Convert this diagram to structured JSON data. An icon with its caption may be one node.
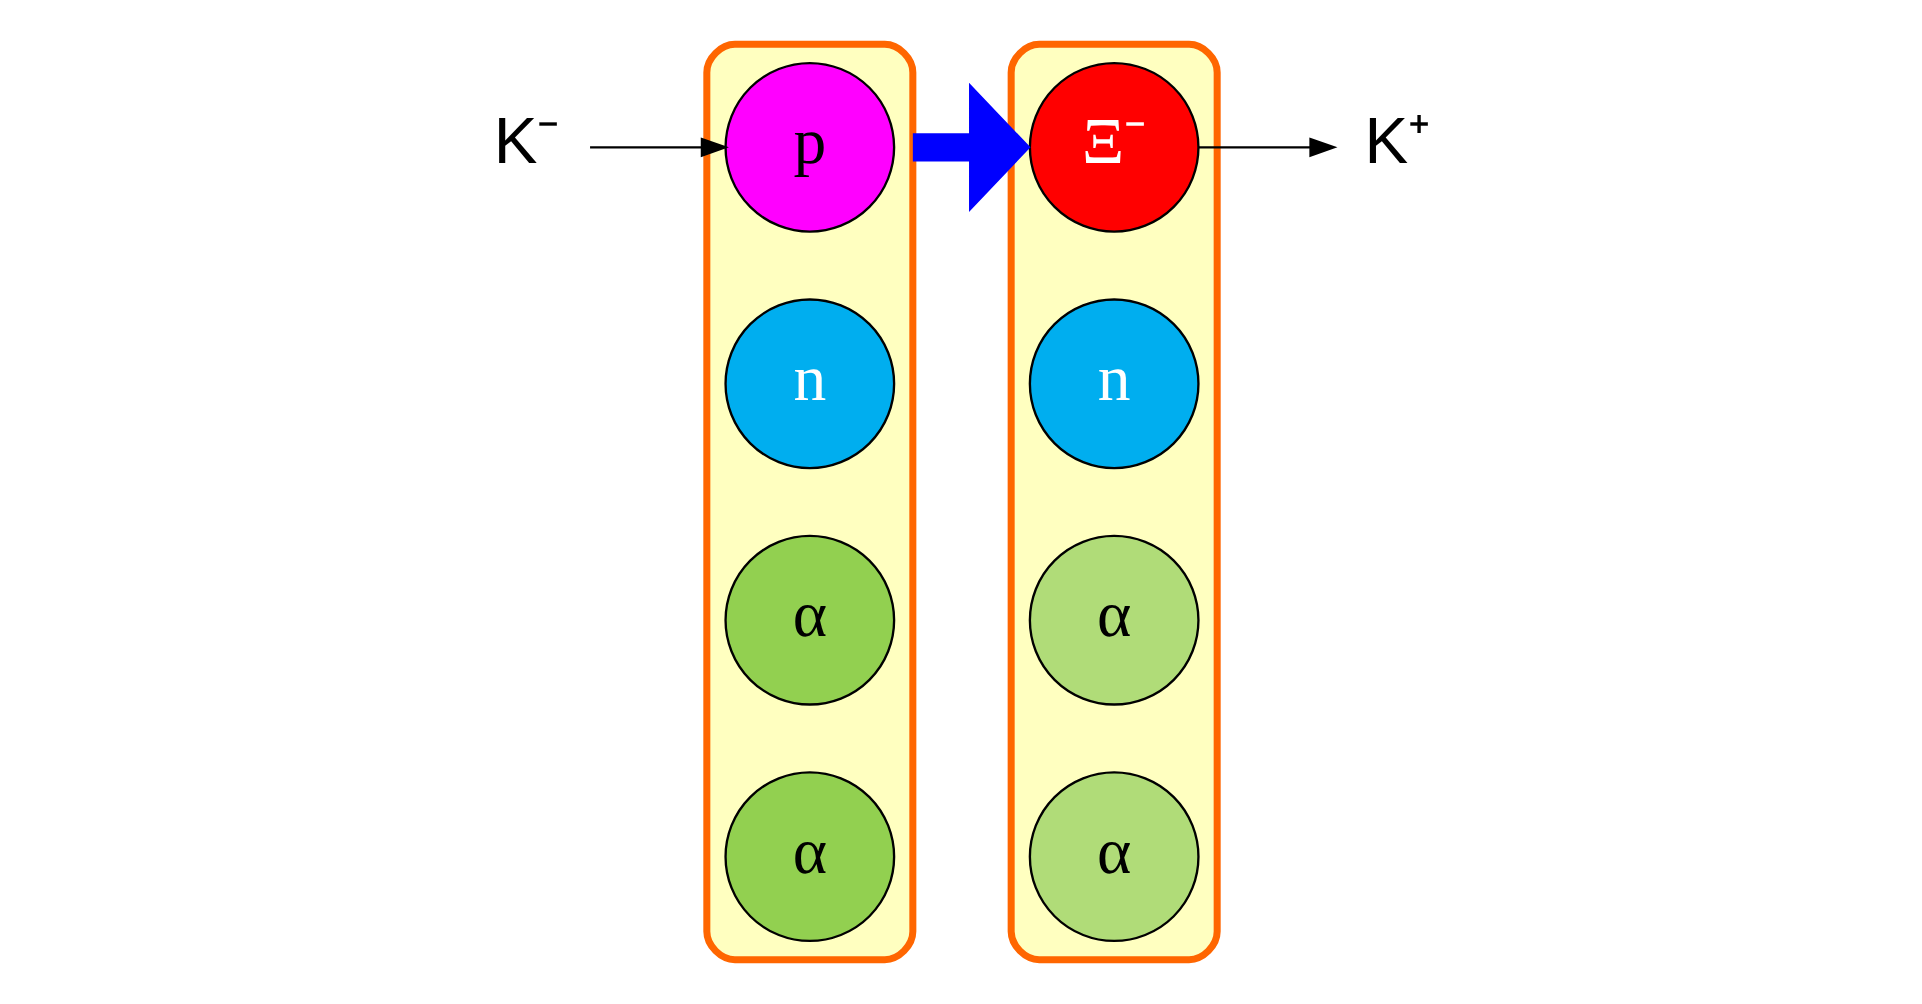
{
  "diagram": {
    "nodes": [
      {
        "text": [],
        "shape": "ellipse"
      },
      {
        "text": [
          "p"
        ],
        "in": 0
      },
      {
        "text": [
          "n"
        ],
        "in": 0
      },
      {
        "text": [
          "α"
        ],
        "in": 0
      },
      {
        "text": [
          "α"
        ],
        "in": 0
      },
      {
        "text": [
          "K⁻"
        ]
      },
      {
        "text": [],
        "shape": "ellipse"
      },
      {
        "text": [
          "Ξ⁻"
        ],
        "in": 6
      },
      {
        "text": [
          "n"
        ],
        "in": 6
      },
      {
        "text": [
          "α"
        ],
        "in": 6
      },
      {
        "text": [
          "α"
        ],
        "in": 6
      },
      {
        "text": [
          "K⁺"
        ]
      }
    ],
    "edges": [
      {
        "from": 5,
        "to": 1,
        "arrow": "to"
      },
      {
        "from": 0,
        "to": 6,
        "arrow": "to",
        "style": "thick",
        "color": "#0000ff"
      },
      {
        "from": 7,
        "to": 11,
        "arrow": "to"
      }
    ]
  }
}
